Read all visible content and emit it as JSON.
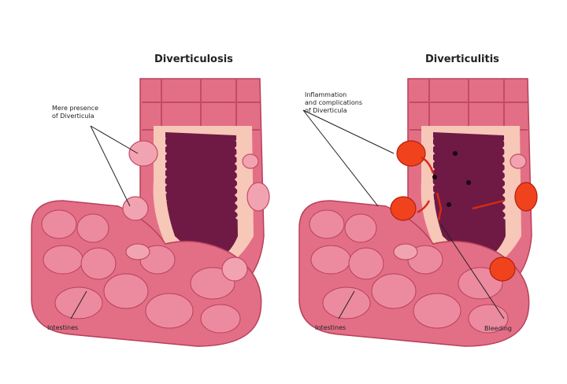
{
  "left_panel": {
    "title": "Diverticulosis",
    "callout": "Mere presence\nof Diverticula",
    "intestines_label": "Intestines"
  },
  "right_panel": {
    "title": "Diverticulitis",
    "callout": "Inflammation\nand complications\nof Diverticula",
    "intestines_label": "Intestines",
    "bleeding_label": "Bleeding"
  },
  "colors": {
    "intestine_wall": "#e36f86",
    "intestine_light": "#f2a3b1",
    "mucosa": "#f7c7b8",
    "lumen": "#6e1a45",
    "inflamed": "#f0421c",
    "blood": "#d42a12"
  }
}
